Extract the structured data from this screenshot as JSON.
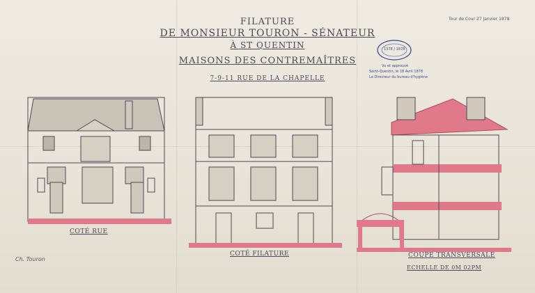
{
  "title": {
    "line1": "FILATURE",
    "line2": "DE MONSIEUR TOURON - SÉNATEUR",
    "line3": "À ST QUENTIN",
    "line4": "MAISONS DES CONTREMAÎTRES",
    "line5": "7-9-11 RUE DE LA CHAPELLE"
  },
  "views": {
    "street": "COTÉ RUE",
    "mill": "COTÉ FILATURE",
    "section": "COUPE TRANSVERSALE",
    "scale": "ECHELLE DE 0M 02PM"
  },
  "stamp": {
    "line1": "Vu et approuvé",
    "line2": "Saint-Quentin, le 18 Avril 1878",
    "line3": "Le Directeur du bureau d'hygiène",
    "seal": "1378 / 1878"
  },
  "notes": {
    "top_right": "Tour de Cour 27 Janvier 1878",
    "signature": "Ch. Touron"
  },
  "colors": {
    "ink": "#4a4a5a",
    "wash": "#e07a8a",
    "stamp": "#3a4a8a"
  }
}
